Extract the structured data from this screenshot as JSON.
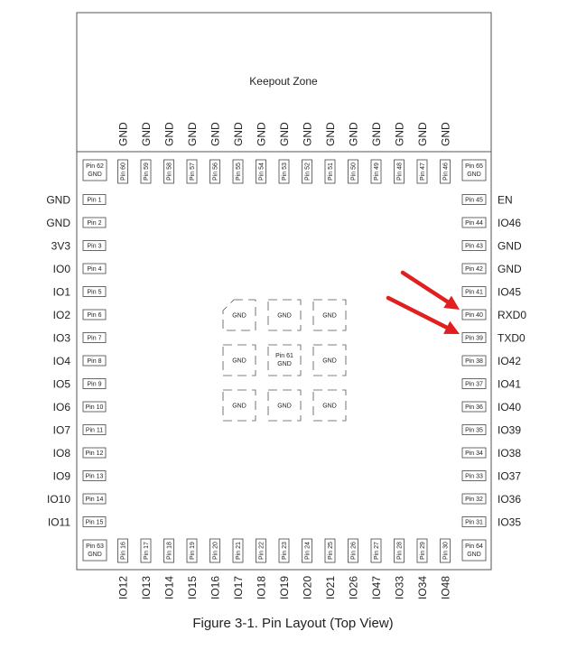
{
  "keepout_label": "Keepout Zone",
  "caption": "Figure 3-1. Pin Layout (Top View)",
  "top_signals": [
    "GND",
    "GND",
    "GND",
    "GND",
    "GND",
    "GND",
    "GND",
    "GND",
    "GND",
    "GND",
    "GND",
    "GND",
    "GND",
    "GND",
    "GND"
  ],
  "top_corner_left": {
    "pin": "Pin 62",
    "signal": "GND"
  },
  "top_corner_right": {
    "pin": "Pin 65",
    "signal": "GND"
  },
  "top_pins": [
    "Pin 60",
    "Pin 59",
    "Pin 58",
    "Pin 57",
    "Pin 56",
    "Pin 55",
    "Pin 54",
    "Pin 53",
    "Pin 52",
    "Pin 51",
    "Pin 50",
    "Pin 49",
    "Pin 48",
    "Pin 47",
    "Pin 46"
  ],
  "left_pins": [
    {
      "pin": "Pin 1",
      "signal": "GND"
    },
    {
      "pin": "Pin 2",
      "signal": "GND"
    },
    {
      "pin": "Pin 3",
      "signal": "3V3"
    },
    {
      "pin": "Pin 4",
      "signal": "IO0"
    },
    {
      "pin": "Pin 5",
      "signal": "IO1"
    },
    {
      "pin": "Pin 6",
      "signal": "IO2"
    },
    {
      "pin": "Pin 7",
      "signal": "IO3"
    },
    {
      "pin": "Pin 8",
      "signal": "IO4"
    },
    {
      "pin": "Pin 9",
      "signal": "IO5"
    },
    {
      "pin": "Pin 10",
      "signal": "IO6"
    },
    {
      "pin": "Pin 11",
      "signal": "IO7"
    },
    {
      "pin": "Pin 12",
      "signal": "IO8"
    },
    {
      "pin": "Pin 13",
      "signal": "IO9"
    },
    {
      "pin": "Pin 14",
      "signal": "IO10"
    },
    {
      "pin": "Pin 15",
      "signal": "IO11"
    }
  ],
  "right_pins": [
    {
      "pin": "Pin 45",
      "signal": "EN"
    },
    {
      "pin": "Pin 44",
      "signal": "IO46"
    },
    {
      "pin": "Pin 43",
      "signal": "GND"
    },
    {
      "pin": "Pin 42",
      "signal": "GND"
    },
    {
      "pin": "Pin 41",
      "signal": "IO45"
    },
    {
      "pin": "Pin 40",
      "signal": "RXD0"
    },
    {
      "pin": "Pin 39",
      "signal": "TXD0"
    },
    {
      "pin": "Pin 38",
      "signal": "IO42"
    },
    {
      "pin": "Pin 37",
      "signal": "IO41"
    },
    {
      "pin": "Pin 36",
      "signal": "IO40"
    },
    {
      "pin": "Pin 35",
      "signal": "IO39"
    },
    {
      "pin": "Pin 34",
      "signal": "IO38"
    },
    {
      "pin": "Pin 33",
      "signal": "IO37"
    },
    {
      "pin": "Pin 32",
      "signal": "IO36"
    },
    {
      "pin": "Pin 31",
      "signal": "IO35"
    }
  ],
  "bottom_corner_left": {
    "pin": "Pin 63",
    "signal": "GND"
  },
  "bottom_corner_right": {
    "pin": "Pin 64",
    "signal": "GND"
  },
  "bottom_pins": [
    {
      "pin": "Pin 16",
      "signal": "IO12"
    },
    {
      "pin": "Pin 17",
      "signal": "IO13"
    },
    {
      "pin": "Pin 18",
      "signal": "IO14"
    },
    {
      "pin": "Pin 19",
      "signal": "IO15"
    },
    {
      "pin": "Pin 20",
      "signal": "IO16"
    },
    {
      "pin": "Pin 21",
      "signal": "IO17"
    },
    {
      "pin": "Pin 22",
      "signal": "IO18"
    },
    {
      "pin": "Pin 23",
      "signal": "IO19"
    },
    {
      "pin": "Pin 24",
      "signal": "IO20"
    },
    {
      "pin": "Pin 25",
      "signal": "IO21"
    },
    {
      "pin": "Pin 26",
      "signal": "IO26"
    },
    {
      "pin": "Pin 27",
      "signal": "IO47"
    },
    {
      "pin": "Pin 28",
      "signal": "IO33"
    },
    {
      "pin": "Pin 29",
      "signal": "IO34"
    },
    {
      "pin": "Pin 30",
      "signal": "IO48"
    }
  ],
  "center_pads": [
    "GND",
    "GND",
    "GND",
    "GND",
    "Pin 61",
    "GND",
    "GND",
    "GND",
    "GND"
  ],
  "center_pad_61_signal": "GND",
  "arrow_color": "#e02020",
  "arrow_targets": [
    "Pin 40",
    "Pin 39"
  ]
}
